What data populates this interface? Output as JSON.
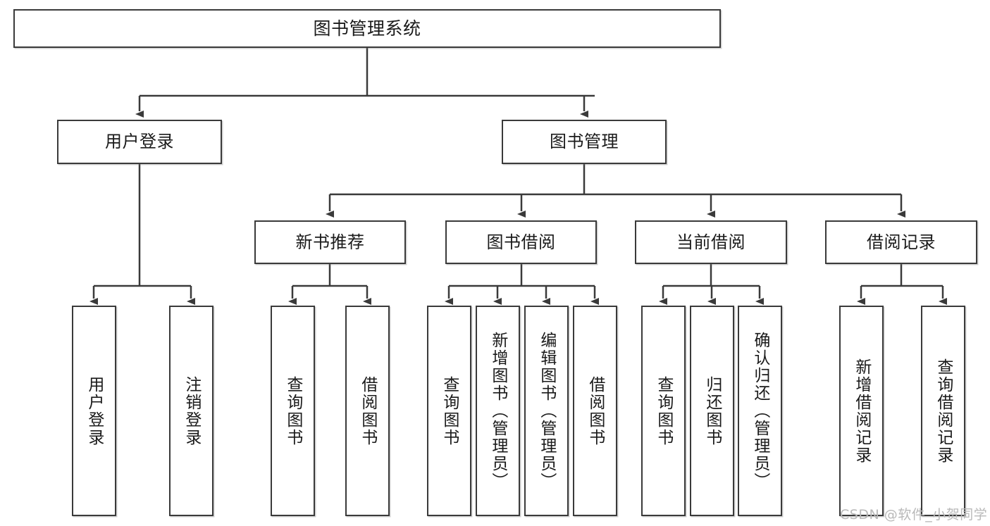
{
  "diagram": {
    "title": "图书管理系统",
    "type": "functional-structure-tree",
    "watermark": "CSDN @软件_小贺同学",
    "colors": {
      "stroke": "#3a3a3a",
      "fill": "#ffffff",
      "text": "#1a1a1a",
      "watermark": "#b9b9b9"
    },
    "levels": {
      "root": {
        "label": "图书管理系统"
      },
      "level1": [
        {
          "label": "用户登录"
        },
        {
          "label": "图书管理"
        }
      ],
      "level2": [
        {
          "label": "新书推荐"
        },
        {
          "label": "图书借阅"
        },
        {
          "label": "当前借阅"
        },
        {
          "label": "借阅记录"
        }
      ],
      "leaves": {
        "user_login": [
          {
            "label": "用户登录"
          },
          {
            "label": "注销登录"
          }
        ],
        "new_book_recommend": [
          {
            "label": "查询图书"
          },
          {
            "label": "借阅图书"
          }
        ],
        "book_borrow": [
          {
            "label": "查询图书"
          },
          {
            "label": "新增图书（管理员）"
          },
          {
            "label": "编辑图书（管理员）"
          },
          {
            "label": "借阅图书"
          }
        ],
        "current_borrow": [
          {
            "label": "查询图书"
          },
          {
            "label": "归还图书"
          },
          {
            "label": "确认归还（管理员）"
          }
        ],
        "borrow_record": [
          {
            "label": "新增借阅记录"
          },
          {
            "label": "查询借阅记录"
          }
        ]
      }
    }
  }
}
